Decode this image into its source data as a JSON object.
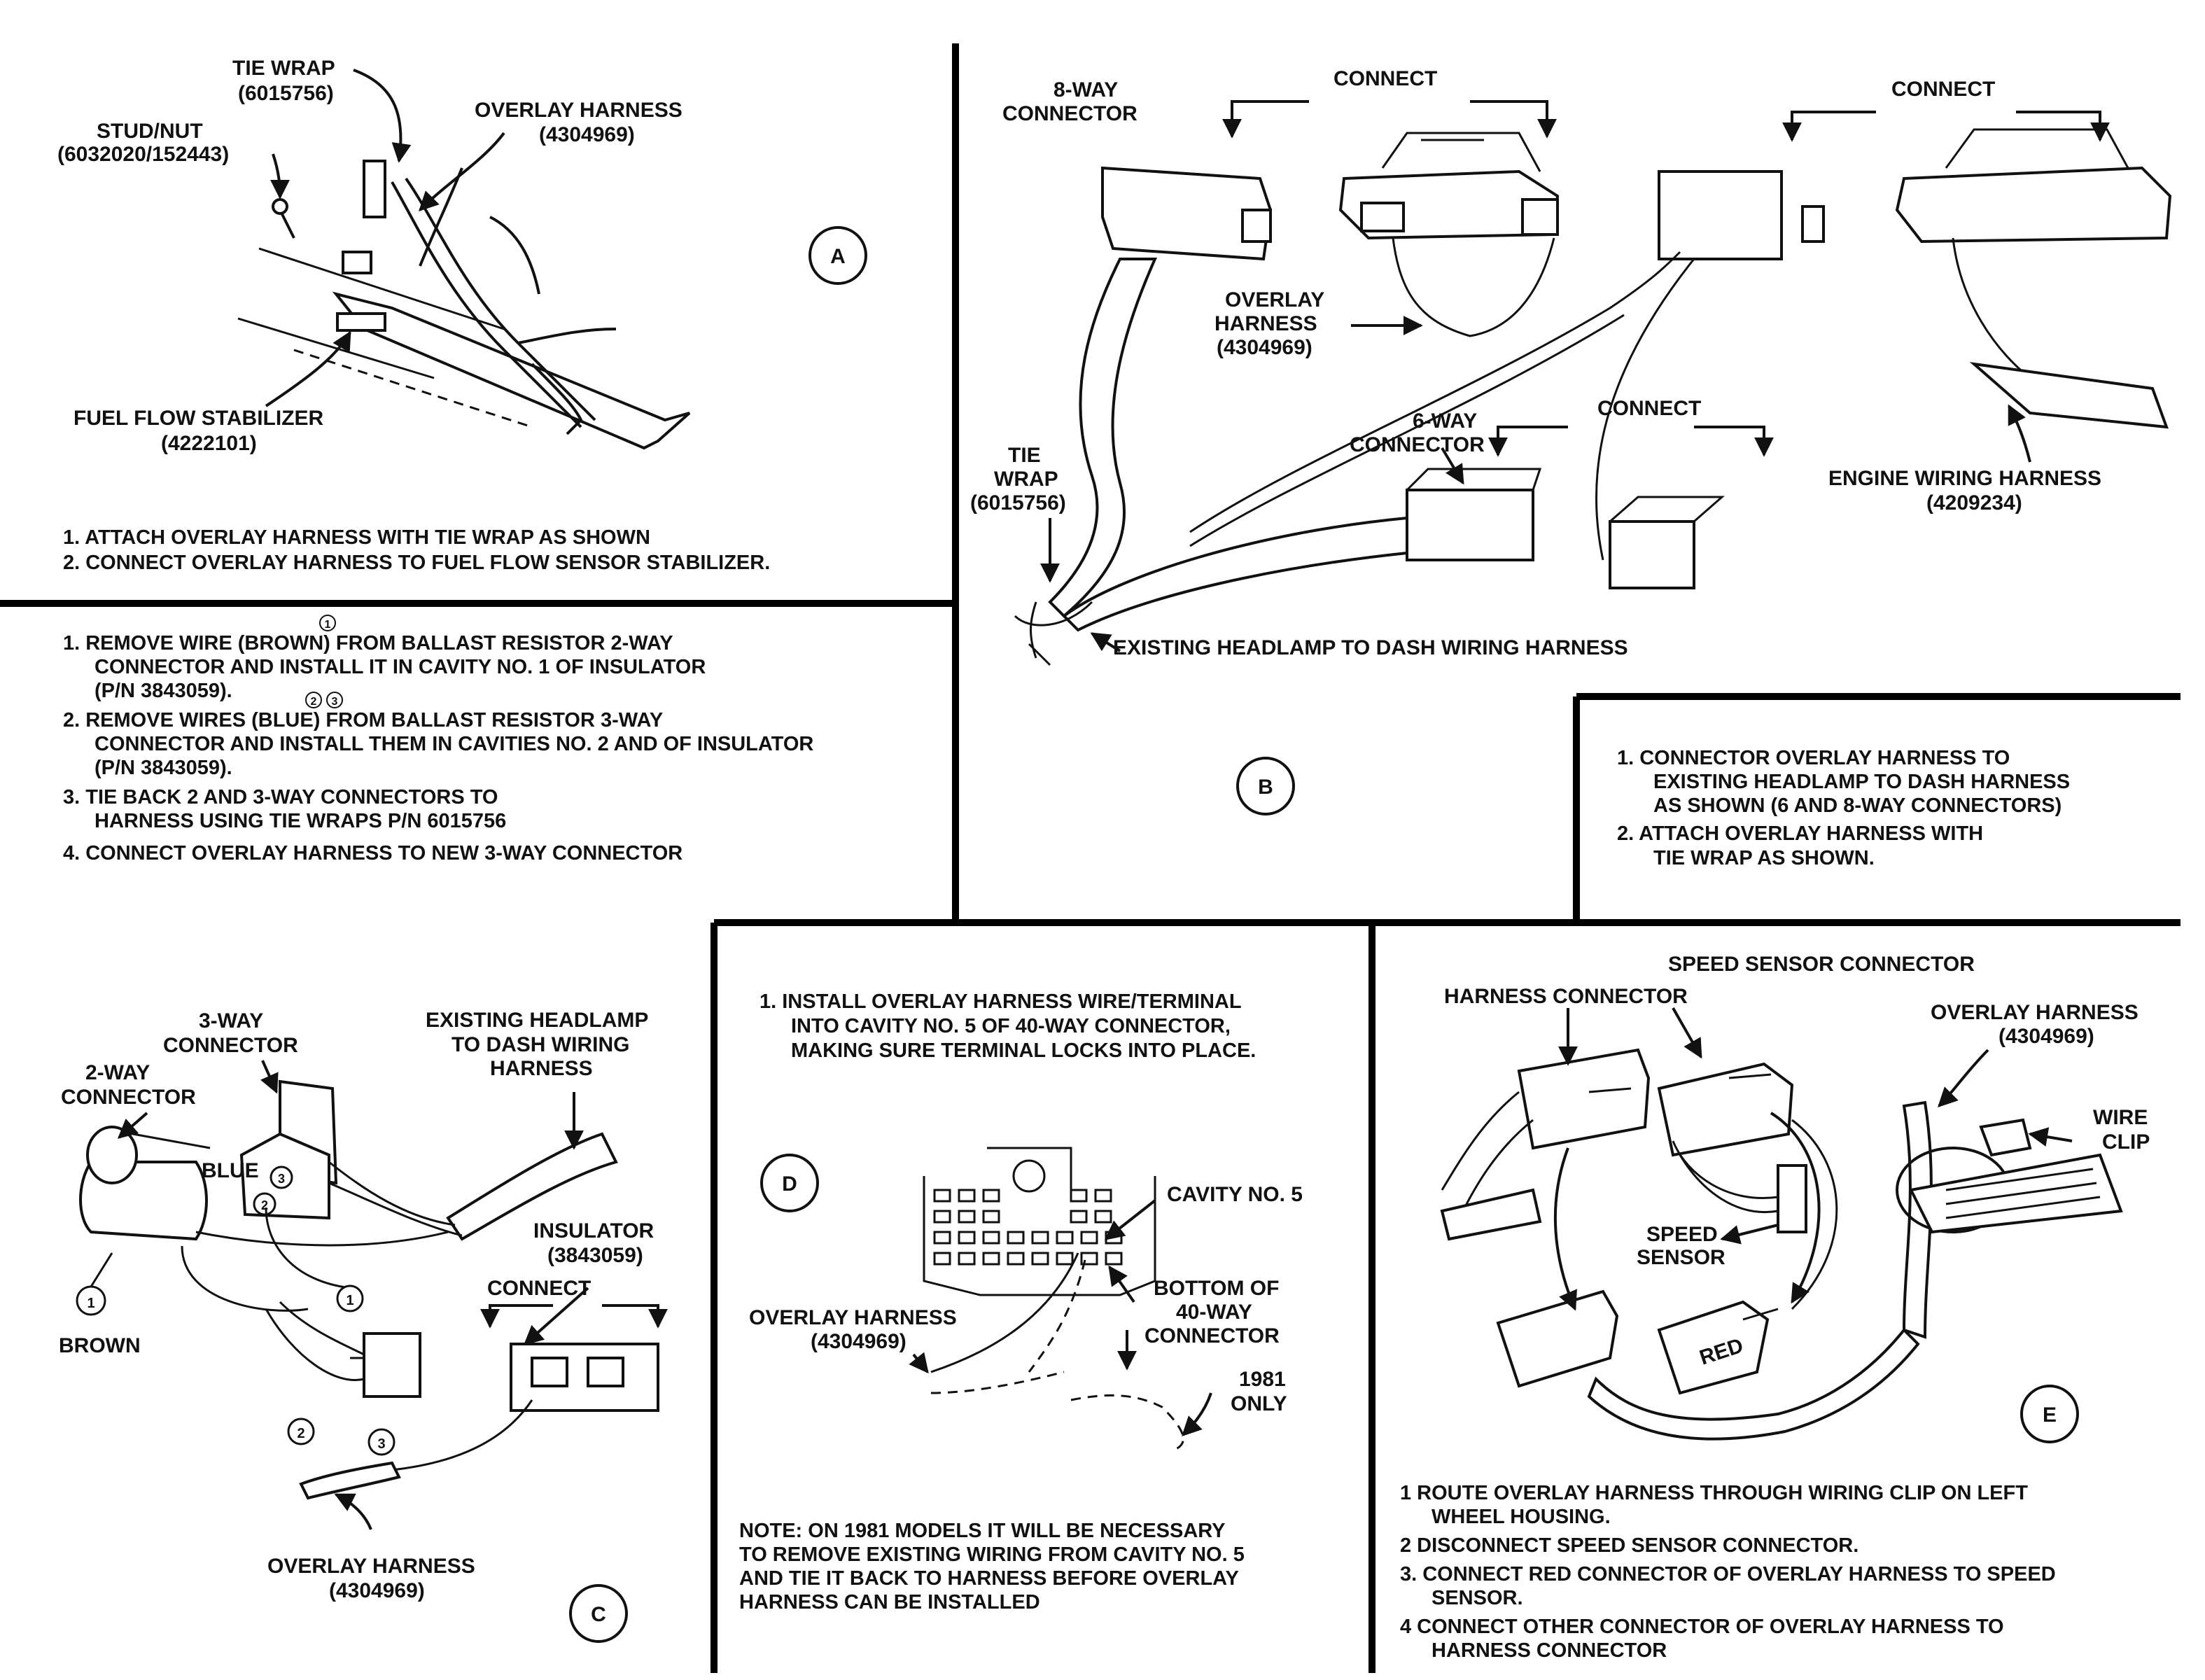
{
  "panel_a": {
    "tie_wrap": "TIE WRAP",
    "tie_wrap_pn": "(6015756)",
    "stud_nut": "STUD/NUT",
    "stud_nut_pn": "(6032020/152443)",
    "overlay_harness": "OVERLAY HARNESS",
    "overlay_harness_pn": "(4304969)",
    "fuel_flow": "FUEL FLOW STABILIZER",
    "fuel_flow_pn": "(4222101)",
    "letter": "A",
    "steps": [
      "1.  ATTACH OVERLAY HARNESS WITH TIE WRAP AS SHOWN",
      "2.  CONNECT OVERLAY HARNESS TO FUEL FLOW SENSOR STABILIZER."
    ]
  },
  "panel_c_text": {
    "steps": [
      "1.  REMOVE WIRE (BROWN) FROM BALLAST RESISTOR 2-WAY",
      "CONNECTOR AND INSTALL IT IN CAVITY NO. 1 OF INSULATOR",
      "(P/N 3843059).",
      "2.  REMOVE WIRES (BLUE) FROM BALLAST RESISTOR 3-WAY",
      "CONNECTOR AND INSTALL THEM IN CAVITIES NO. 2 AND OF INSULATOR",
      "(P/N 3843059).",
      "3.  TIE BACK 2 AND 3-WAY CONNECTORS TO",
      "HARNESS USING TIE WRAPS P/N 6015756",
      "4.  CONNECT OVERLAY HARNESS TO NEW 3-WAY CONNECTOR"
    ],
    "mark_1": "1",
    "mark_2": "2",
    "mark_3": "3"
  },
  "panel_b": {
    "eight_way": "8-WAY",
    "eight_way_2": "CONNECTOR",
    "connect_1": "CONNECT",
    "connect_2": "CONNECT",
    "connect_3": "CONNECT",
    "overlay_1": "OVERLAY",
    "overlay_2": "HARNESS",
    "overlay_pn": "(4304969)",
    "six_way": "6-WAY",
    "six_way_2": "CONNECTOR",
    "tie": "TIE",
    "wrap": "WRAP",
    "wrap_pn": "(6015756)",
    "engine": "ENGINE WIRING HARNESS",
    "engine_pn": "(4209234)",
    "existing": "EXISTING HEADLAMP TO DASH WIRING HARNESS",
    "letter": "B",
    "steps": [
      "1.  CONNECTOR OVERLAY HARNESS TO",
      "EXISTING HEADLAMP TO DASH HARNESS",
      "AS SHOWN (6 AND 8-WAY CONNECTORS)",
      "2.  ATTACH OVERLAY HARNESS WITH",
      "TIE WRAP AS SHOWN."
    ]
  },
  "panel_c": {
    "three_way": "3-WAY",
    "three_way_2": "CONNECTOR",
    "two_way": "2-WAY",
    "two_way_2": "CONNECTOR",
    "existing_1": "EXISTING HEADLAMP",
    "existing_2": "TO DASH WIRING",
    "existing_3": "HARNESS",
    "blue": "BLUE",
    "insulator": "INSULATOR",
    "insulator_pn": "(3843059)",
    "connect": "CONNECT",
    "brown": "BROWN",
    "overlay": "OVERLAY HARNESS",
    "overlay_pn": "(4304969)",
    "letter": "C"
  },
  "panel_d": {
    "steps": [
      "1.  INSTALL OVERLAY HARNESS WIRE/TERMINAL",
      "INTO CAVITY NO. 5 OF 40-WAY CONNECTOR,",
      "MAKING SURE TERMINAL LOCKS INTO PLACE."
    ],
    "letter": "D",
    "cavity": "CAVITY NO. 5",
    "overlay": "OVERLAY HARNESS",
    "overlay_pn": "(4304969)",
    "bottom_1": "BOTTOM OF",
    "bottom_2": "40-WAY",
    "bottom_3": "CONNECTOR",
    "year_1": "1981",
    "year_2": "ONLY",
    "note": [
      "NOTE: ON 1981 MODELS IT WILL BE NECESSARY",
      "TO REMOVE EXISTING WIRING FROM CAVITY NO. 5",
      "AND TIE IT BACK TO HARNESS BEFORE OVERLAY",
      "HARNESS CAN BE INSTALLED"
    ]
  },
  "panel_e": {
    "title": "SPEED SENSOR CONNECTOR",
    "harness_conn": "HARNESS CONNECTOR",
    "overlay": "OVERLAY HARNESS",
    "overlay_pn": "(4304969)",
    "wire_1": "WIRE",
    "wire_2": "CLIP",
    "speed_1": "SPEED",
    "speed_2": "SENSOR",
    "red": "RED",
    "letter": "E",
    "steps": [
      "1   ROUTE OVERLAY HARNESS THROUGH WIRING CLIP ON LEFT",
      "WHEEL HOUSING.",
      "2   DISCONNECT SPEED SENSOR CONNECTOR.",
      "3.  CONNECT RED CONNECTOR OF OVERLAY HARNESS TO SPEED",
      "SENSOR.",
      "4   CONNECT OTHER CONNECTOR OF OVERLAY HARNESS TO",
      "HARNESS CONNECTOR"
    ]
  }
}
